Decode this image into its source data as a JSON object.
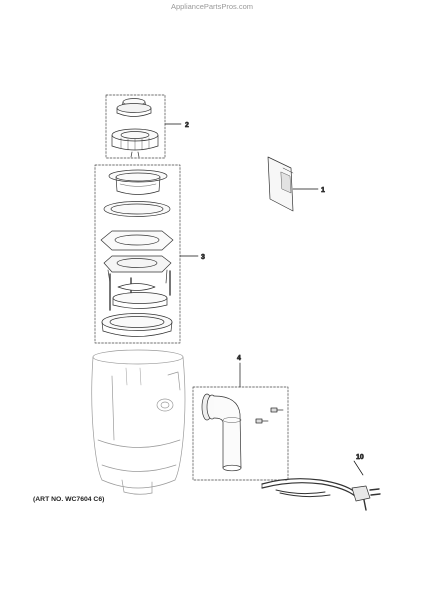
{
  "watermark": "AppliancePartsPros.com",
  "art_number": "(ART NO. WC7604 C6)",
  "callouts": {
    "part1": "1",
    "part2": "2",
    "part3": "3",
    "part4": "4",
    "part10": "10"
  }
}
